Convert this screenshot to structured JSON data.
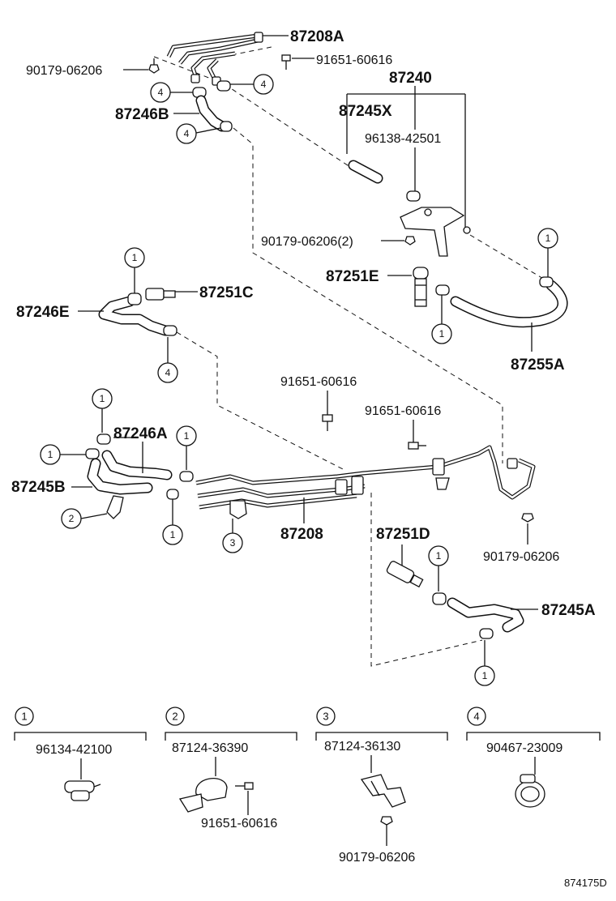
{
  "parts": {
    "p87208A": "87208A",
    "p90179_06206_top": "90179-06206",
    "p91651_60616_top": "91651-60616",
    "p87240": "87240",
    "p87246B": "87246B",
    "p87245X": "87245X",
    "p96138_42501": "96138-42501",
    "p90179_06206_2": "90179-06206(2)",
    "p87251E": "87251E",
    "p87251C": "87251C",
    "p87246E": "87246E",
    "p87255A": "87255A",
    "p91651_60616_mid": "91651-60616",
    "p91651_60616_right": "91651-60616",
    "p87246A": "87246A",
    "p87245B": "87245B",
    "p87208": "87208",
    "p87251D": "87251D",
    "p90179_06206_right": "90179-06206",
    "p87245A": "87245A"
  },
  "callout_marks": [
    "1",
    "2",
    "3",
    "4"
  ],
  "legend": {
    "g1": {
      "num": "1",
      "part": "96134-42100"
    },
    "g2": {
      "num": "2",
      "part": "87124-36390",
      "sub": "91651-60616"
    },
    "g3": {
      "num": "3",
      "part": "87124-36130",
      "sub": "90179-06206"
    },
    "g4": {
      "num": "4",
      "part": "90467-23009"
    }
  },
  "diagram_code": "874175D"
}
